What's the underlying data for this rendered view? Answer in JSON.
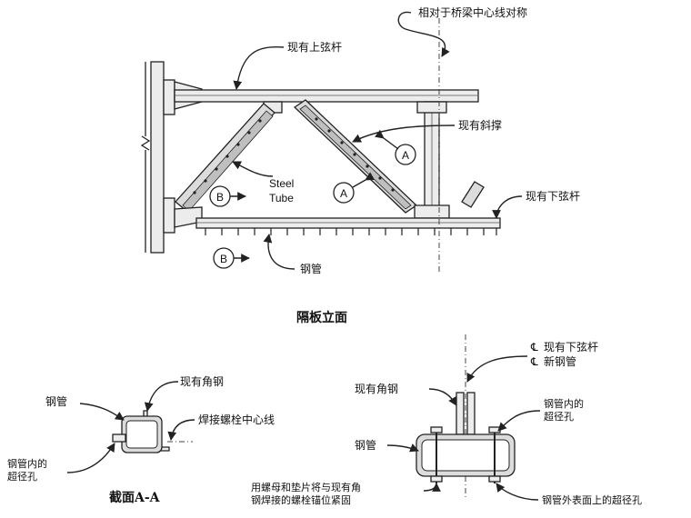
{
  "elevation": {
    "title": "隔板立面",
    "symmetry_label": "相对于桥梁中心线对称",
    "top_chord_label": "现有上弦杆",
    "diagonal_label": "现有斜撑",
    "bottom_chord_label": "现有下弦杆",
    "steel_tube_line1": "Steel",
    "steel_tube_line2": "Tube",
    "pipe_label": "钢管",
    "section_a_mark": "A",
    "section_b_mark": "B"
  },
  "section_aa": {
    "title": "截面A-A",
    "existing_angle": "现有角钢",
    "pipe": "钢管",
    "weld_bolt_cl": "焊接螺栓中心线",
    "oversize_hole_line1": "钢管内的",
    "oversize_hole_line2": "超径孔"
  },
  "section_bb": {
    "cl_bottom_chord": "现有下弦杆",
    "cl_new_pipe": "新钢管",
    "existing_angle": "现有角钢",
    "pipe": "钢管",
    "inner_hole_line1": "钢管内的",
    "inner_hole_line2": "超径孔",
    "nut_note_line1": "用螺母和垫片将与现有角",
    "nut_note_line2": "钢焊接的螺栓锚位紧固",
    "outer_hole": "钢管外表面上的超径孔"
  },
  "icons": {
    "centerline": "centerline-symbol-icon"
  }
}
